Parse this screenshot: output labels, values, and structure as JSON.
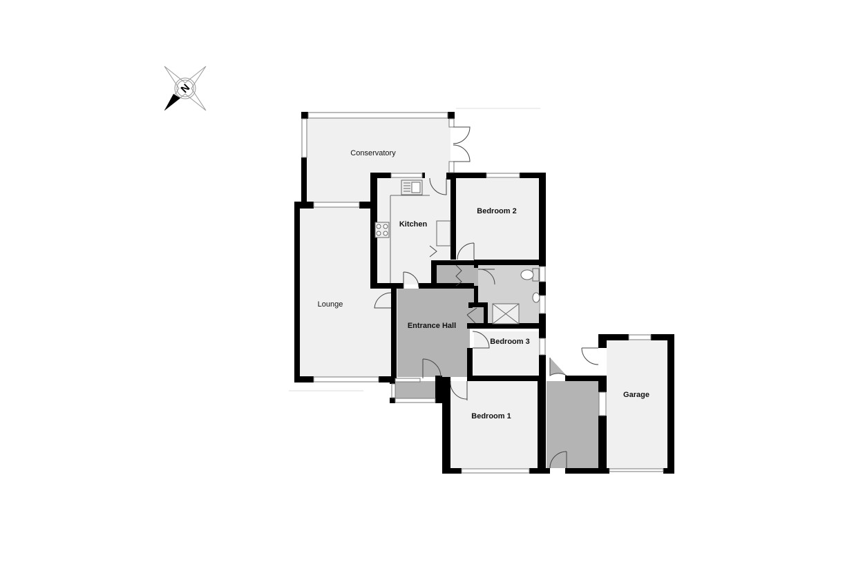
{
  "compass": {
    "icon": "compass-north-icon",
    "letter": "N"
  },
  "colors": {
    "wall": "#000000",
    "room_floor": "#f0f0f0",
    "hall_floor": "#b4b4b4",
    "window": "#ffffff",
    "background": "#ffffff"
  },
  "rooms": [
    {
      "id": "conservatory",
      "label": "Conservatory",
      "bold": false
    },
    {
      "id": "kitchen",
      "label": "Kitchen",
      "bold": true
    },
    {
      "id": "bedroom2",
      "label": "Bedroom 2",
      "bold": true
    },
    {
      "id": "lounge",
      "label": "Lounge",
      "bold": false
    },
    {
      "id": "entrance_hall",
      "label": "Entrance Hall",
      "bold": true
    },
    {
      "id": "bedroom3",
      "label": "Bedroom 3",
      "bold": true
    },
    {
      "id": "garage",
      "label": "Garage",
      "bold": true
    },
    {
      "id": "bedroom1",
      "label": "Bedroom 1",
      "bold": true
    },
    {
      "id": "shower_room",
      "label": "",
      "bold": false
    },
    {
      "id": "utility_passage",
      "label": "",
      "bold": false
    },
    {
      "id": "porch",
      "label": "",
      "bold": false
    }
  ],
  "fixtures": [
    "sink-icon",
    "hob-icon",
    "toilet-icon",
    "basin-icon",
    "shower-tray-icon"
  ]
}
